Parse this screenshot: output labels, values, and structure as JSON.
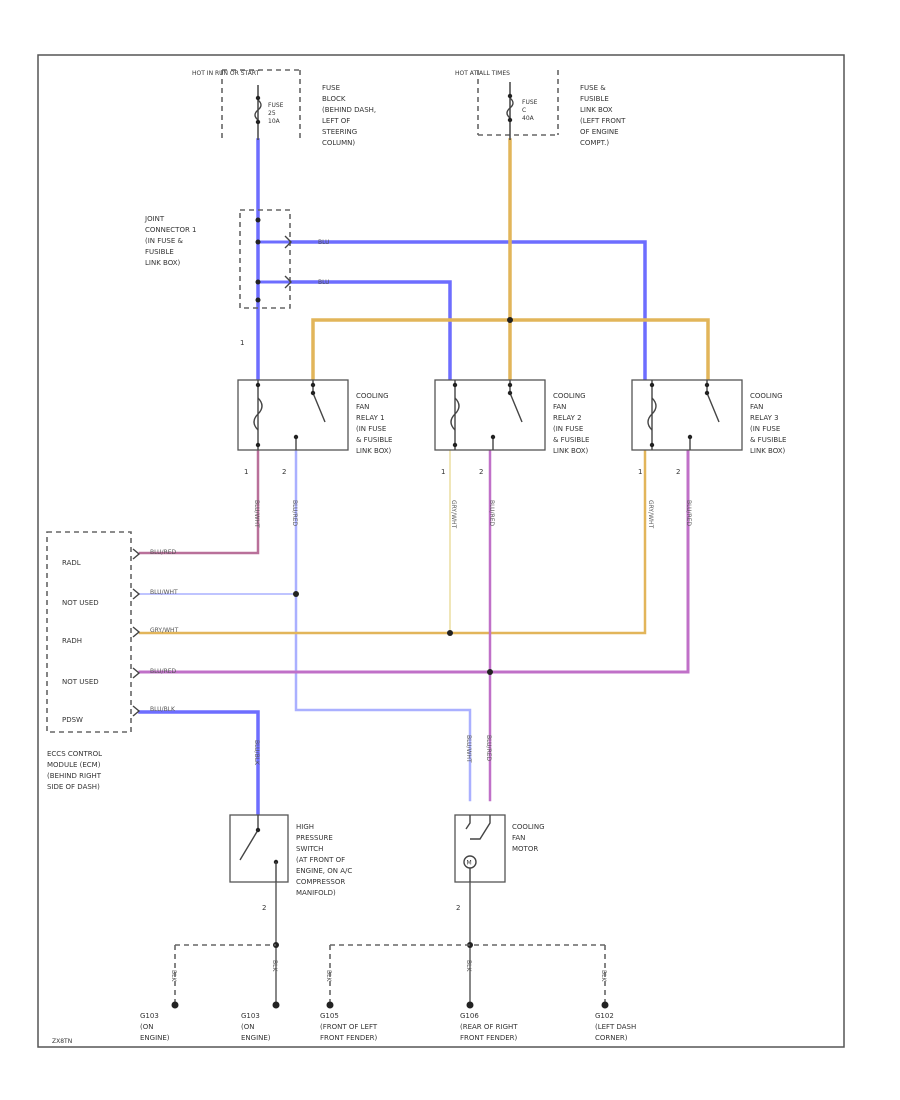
{
  "colors": {
    "blue": "#6d6dff",
    "light_blue": "#aab0ff",
    "yellow": "#e2b55a",
    "light_yellow": "#ede0a6",
    "pink": "#b9709a",
    "magenta": "#c070c8"
  },
  "top": {
    "hot_left": "HOT IN RUN OR START",
    "fuse_left": [
      "FUSE",
      "25",
      "10A"
    ],
    "fuse_left_loc": [
      "FUSE",
      "BLOCK",
      "(BEHIND DASH,",
      "LEFT OF",
      "STEERING",
      "COLUMN)"
    ],
    "hot_right": "HOT AT ALL TIMES",
    "fuse_right": [
      "FUSE",
      "C",
      "40A"
    ],
    "fuse_right_loc": [
      "FUSE &",
      "FUSIBLE",
      "LINK BOX",
      "(LEFT FRONT",
      "OF ENGINE",
      "COMPT.)"
    ]
  },
  "joint": {
    "label": [
      "JOINT",
      "CONNECTOR 1",
      "(IN FUSE &",
      "FUSIBLE",
      "LINK BOX)"
    ],
    "wire1": "BLU",
    "wire2": "BLU",
    "pin": "1"
  },
  "relays": [
    {
      "label": [
        "COOLING",
        "FAN",
        "RELAY 1",
        "(IN FUSE",
        "& FUSIBLE",
        "LINK BOX)"
      ],
      "pin_a": "1",
      "pin_b": "2",
      "wire_a": "BLU/WHT",
      "wire_b": "BLU/RED"
    },
    {
      "label": [
        "COOLING",
        "FAN",
        "RELAY 2",
        "(IN FUSE",
        "& FUSIBLE",
        "LINK BOX)"
      ],
      "pin_a": "1",
      "pin_b": "2",
      "wire_a": "GRY/WHT",
      "wire_b": "BLU/RED"
    },
    {
      "label": [
        "COOLING",
        "FAN",
        "RELAY 3",
        "(IN FUSE",
        "& FUSIBLE",
        "LINK BOX)"
      ],
      "pin_a": "1",
      "pin_b": "2",
      "wire_a": "GRY/WHT",
      "wire_b": "BLU/RED"
    }
  ],
  "ecm": {
    "pins": [
      "RADL",
      "NOT USED",
      "RADH",
      "NOT USED",
      "PDSW"
    ],
    "wires": [
      "BLU/RED",
      "BLU/WHT",
      "GRY/WHT",
      "BLU/RED",
      "BLU/BLK"
    ],
    "label": [
      "ECCS CONTROL",
      "MODULE (ECM)",
      "(BEHIND RIGHT",
      "SIDE OF DASH)"
    ]
  },
  "pressure_switch": {
    "label": [
      "HIGH",
      "PRESSURE",
      "SWITCH",
      "(AT FRONT OF",
      "ENGINE, ON A/C",
      "COMPRESSOR",
      "MANIFOLD)"
    ],
    "pin": "2",
    "wire": "BLU/BLK",
    "ground_wire": "BLK"
  },
  "fan_motor": {
    "label": [
      "COOLING",
      "FAN",
      "MOTOR"
    ],
    "pin": "2",
    "wire_left": "BLU/WHT",
    "wire_right": "BLU/RED",
    "ground_wire": "BLK"
  },
  "grounds": [
    {
      "id": "G103",
      "label": [
        "G103",
        "(ON",
        "ENGINE)"
      ],
      "wire": "BLK"
    },
    {
      "id": "G103",
      "label": [
        "G103",
        "(ON",
        "ENGINE)"
      ],
      "wire": "BLK"
    },
    {
      "id": "G105",
      "label": [
        "G105",
        "(FRONT OF LEFT",
        "FRONT FENDER)"
      ],
      "wire": "BLK"
    },
    {
      "id": "G106",
      "label": [
        "G106",
        "(REAR OF RIGHT",
        "FRONT FENDER)"
      ],
      "wire": "BLK"
    },
    {
      "id": "G102",
      "label": [
        "G102",
        "(LEFT DASH",
        "CORNER)"
      ],
      "wire": "BLK"
    }
  ],
  "footer": {
    "model": "ZX8TN"
  }
}
